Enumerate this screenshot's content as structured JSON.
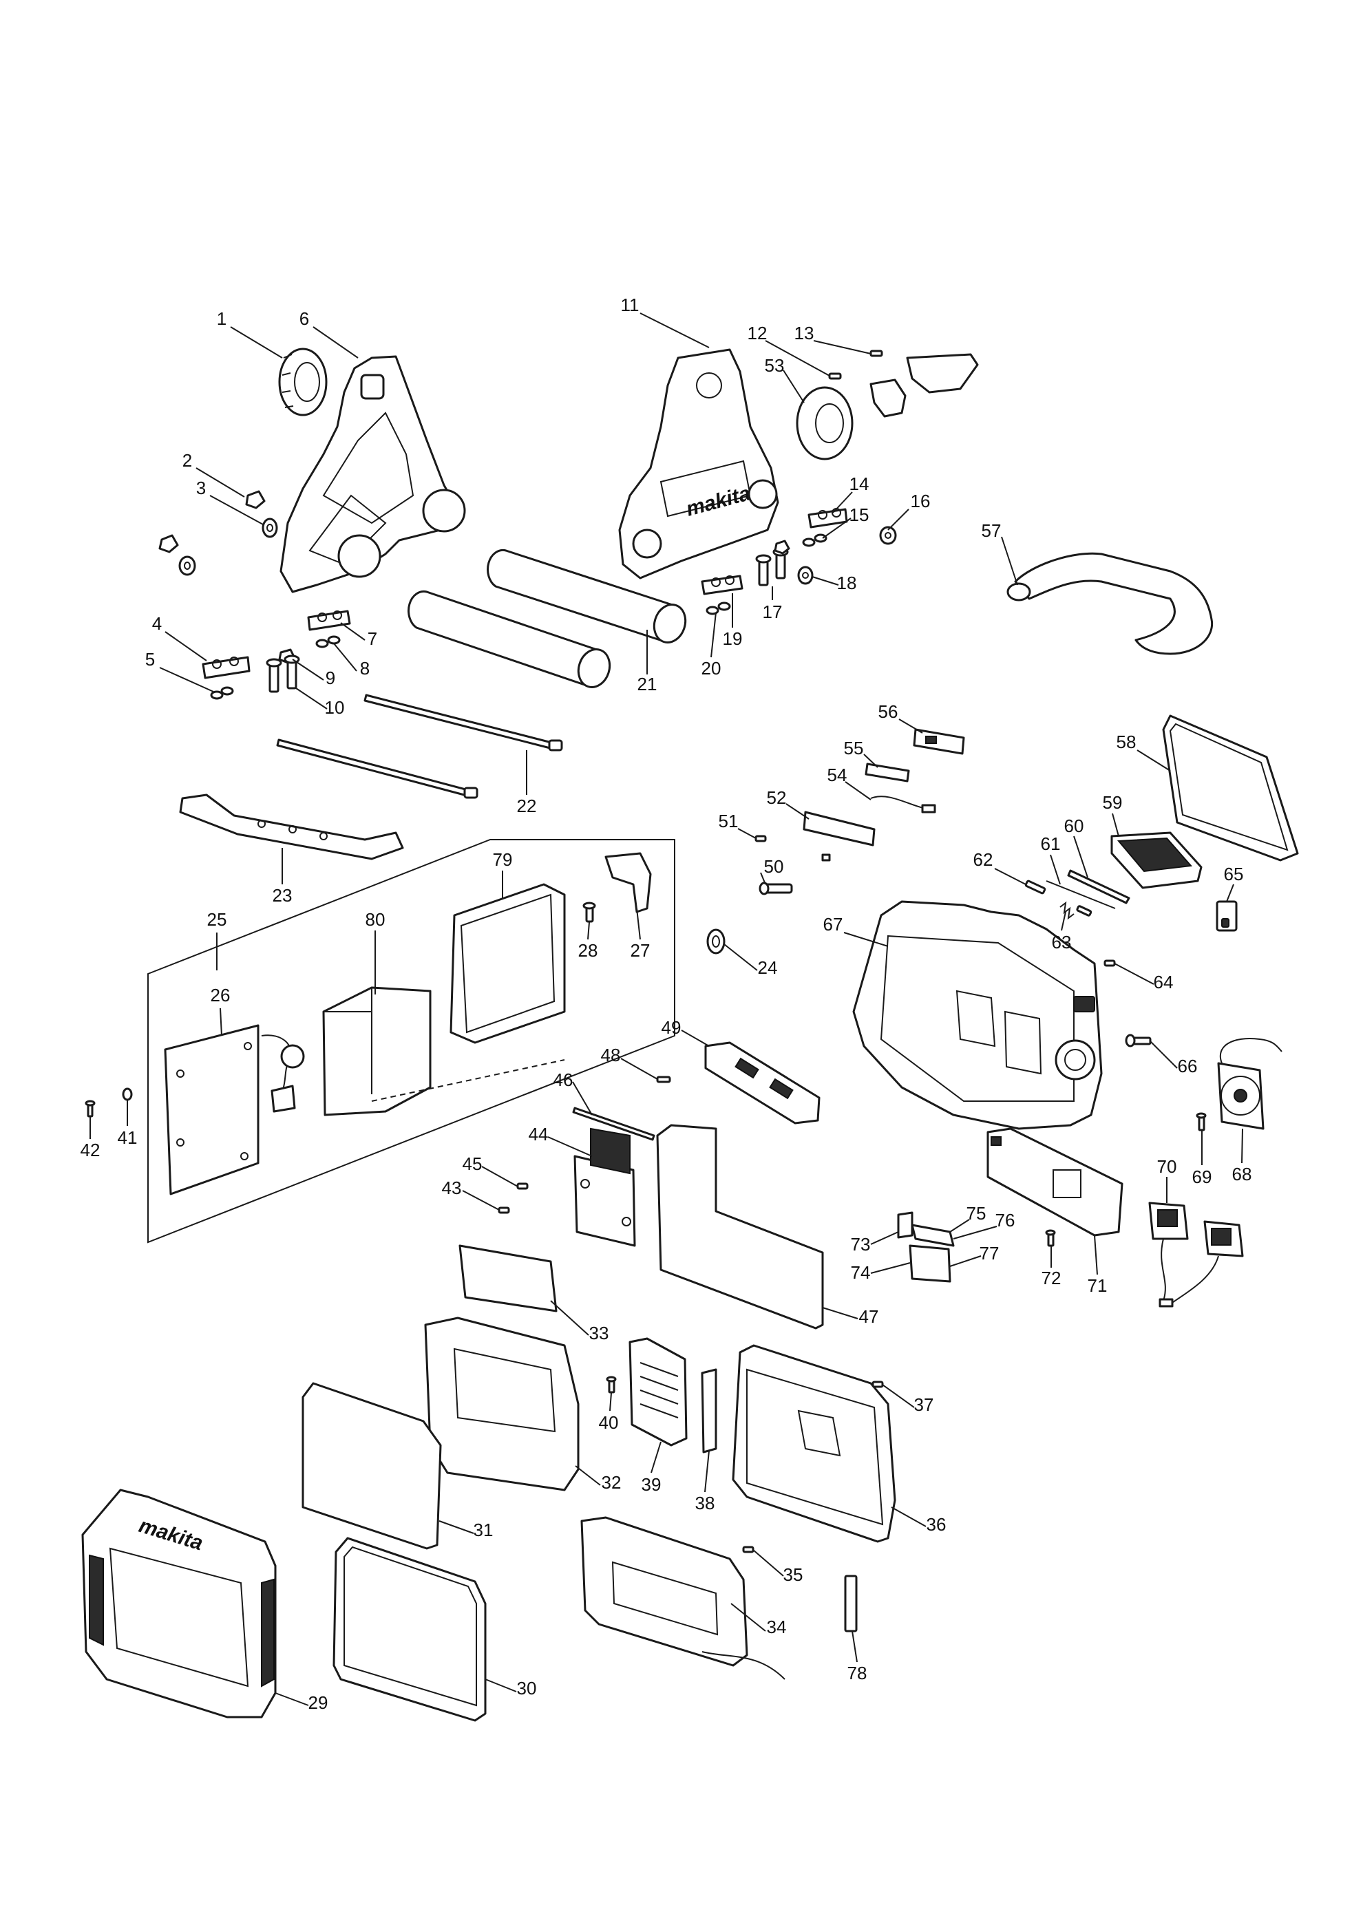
{
  "diagram": {
    "parts": [
      {
        "id": "1"
      },
      {
        "id": "2"
      },
      {
        "id": "3"
      },
      {
        "id": "4"
      },
      {
        "id": "5"
      },
      {
        "id": "6"
      },
      {
        "id": "7"
      },
      {
        "id": "8"
      },
      {
        "id": "9"
      },
      {
        "id": "10"
      },
      {
        "id": "11"
      },
      {
        "id": "12"
      },
      {
        "id": "13"
      },
      {
        "id": "14"
      },
      {
        "id": "15"
      },
      {
        "id": "16"
      },
      {
        "id": "17"
      },
      {
        "id": "18"
      },
      {
        "id": "19"
      },
      {
        "id": "20"
      },
      {
        "id": "21"
      },
      {
        "id": "22"
      },
      {
        "id": "23"
      },
      {
        "id": "24"
      },
      {
        "id": "25"
      },
      {
        "id": "26"
      },
      {
        "id": "27"
      },
      {
        "id": "28"
      },
      {
        "id": "29"
      },
      {
        "id": "30"
      },
      {
        "id": "31"
      },
      {
        "id": "32"
      },
      {
        "id": "33"
      },
      {
        "id": "34"
      },
      {
        "id": "35"
      },
      {
        "id": "36"
      },
      {
        "id": "37"
      },
      {
        "id": "38"
      },
      {
        "id": "39"
      },
      {
        "id": "40"
      },
      {
        "id": "41"
      },
      {
        "id": "42"
      },
      {
        "id": "43"
      },
      {
        "id": "44"
      },
      {
        "id": "45"
      },
      {
        "id": "46"
      },
      {
        "id": "47"
      },
      {
        "id": "48"
      },
      {
        "id": "49"
      },
      {
        "id": "50"
      },
      {
        "id": "51"
      },
      {
        "id": "52"
      },
      {
        "id": "53"
      },
      {
        "id": "54"
      },
      {
        "id": "55"
      },
      {
        "id": "56"
      },
      {
        "id": "57"
      },
      {
        "id": "58"
      },
      {
        "id": "59"
      },
      {
        "id": "60"
      },
      {
        "id": "61"
      },
      {
        "id": "62"
      },
      {
        "id": "63"
      },
      {
        "id": "64"
      },
      {
        "id": "65"
      },
      {
        "id": "66"
      },
      {
        "id": "67"
      },
      {
        "id": "68"
      },
      {
        "id": "69"
      },
      {
        "id": "70"
      },
      {
        "id": "71"
      },
      {
        "id": "72"
      },
      {
        "id": "73"
      },
      {
        "id": "74"
      },
      {
        "id": "75"
      },
      {
        "id": "76"
      },
      {
        "id": "77"
      },
      {
        "id": "78"
      },
      {
        "id": "79"
      },
      {
        "id": "80"
      }
    ],
    "logo_text": "makita"
  }
}
